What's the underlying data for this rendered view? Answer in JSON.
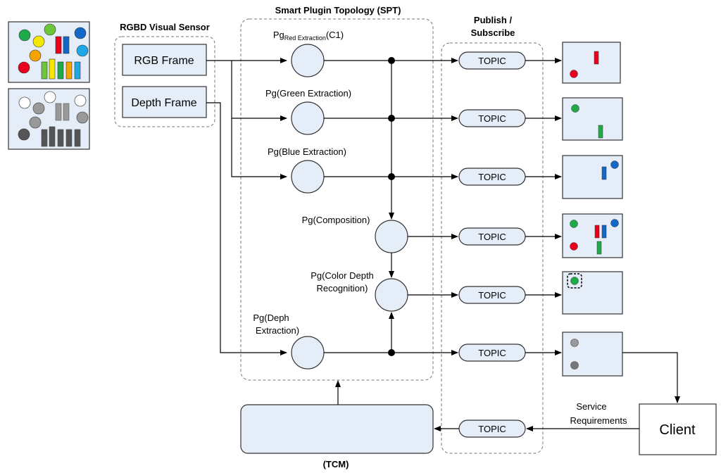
{
  "sensor": {
    "title": "RGBD Visual Sensor",
    "rgb_frame": "RGB Frame",
    "depth_frame": "Depth Frame"
  },
  "spt": {
    "title": "Smart Plugin Topology (SPT)",
    "plugins": {
      "red_prefix": "Pg",
      "red_subscript": "Red Extraction",
      "red_suffix": "(C1)",
      "green": "Pg(Green Extraction)",
      "blue": "Pg(Blue Extraction)",
      "composition": "Pg(Composition)",
      "color_depth_line1": "Pg(Color Depth",
      "color_depth_line2": "Recognition)",
      "depth_line1": "Pg(Deph",
      "depth_line2": "Extraction)"
    }
  },
  "pubsub": {
    "title_line1": "Publish /",
    "title_line2": "Subscribe",
    "topic_label": "TOPIC"
  },
  "client": {
    "label": "Client",
    "service_line1": "Service",
    "service_line2": "Requirements"
  },
  "tcm": {
    "label": "(TCM)"
  },
  "colors": {
    "fill": "#e5eef8",
    "red": "#e8001c",
    "green": "#1faa4a",
    "blue": "#1367c6",
    "yellow": "#f5e800",
    "orange": "#f4a300",
    "cyan": "#20a8e6",
    "lime": "#6cc63a",
    "gray": "#999999",
    "dark": "#555555"
  }
}
